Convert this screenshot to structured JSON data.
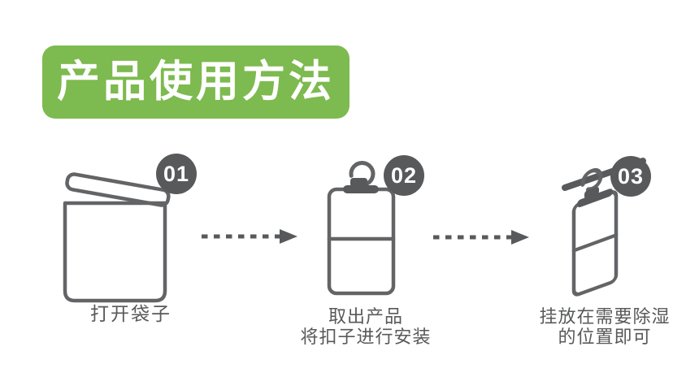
{
  "title": {
    "text": "产品使用方法"
  },
  "colors": {
    "accent_green": "#7dba4f",
    "badge_gray": "#58595b",
    "line_gray": "#636466",
    "text_gray": "#58595a",
    "background": "#ffffff"
  },
  "steps": [
    {
      "number": "01",
      "illustration": "open-bag",
      "caption_lines": [
        "打开袋子"
      ]
    },
    {
      "number": "02",
      "illustration": "product-with-hook",
      "caption_lines": [
        "取出产品",
        "将扣子进行安装"
      ]
    },
    {
      "number": "03",
      "illustration": "product-hung-on-rod",
      "caption_lines": [
        "挂放在需要除湿",
        "的位置即可"
      ]
    }
  ],
  "arrows": [
    {
      "icon": "dashed-arrow-right"
    },
    {
      "icon": "dashed-arrow-right"
    }
  ]
}
